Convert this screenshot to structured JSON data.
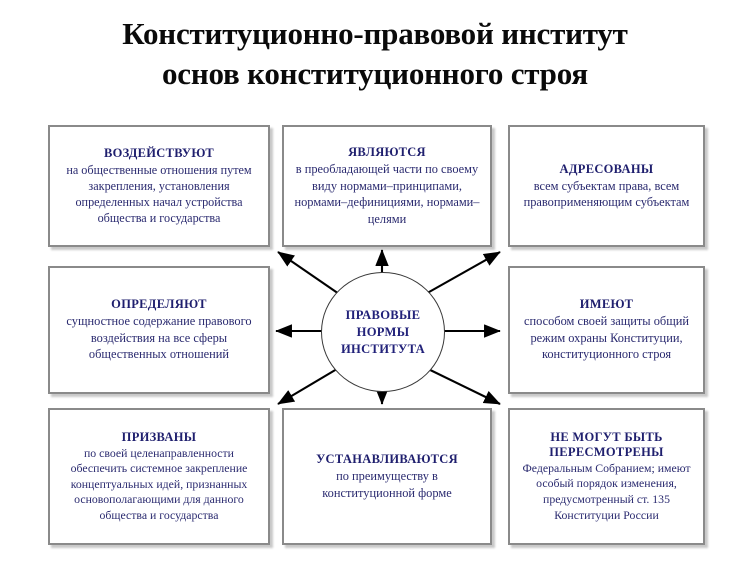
{
  "title": {
    "line1": "Конституционно-правовой институт",
    "line2": "основ конституционного строя"
  },
  "center": {
    "line1": "ПРАВОВЫЕ",
    "line2": "НОРМЫ",
    "line3": "ИНСТИТУТА"
  },
  "colors": {
    "text_navy": "#262675",
    "title_black": "#0a0a0a",
    "box_border": "#8a8a8a",
    "arrow": "#000000",
    "background": "#ffffff"
  },
  "boxes": {
    "top_left": {
      "head": "ВОЗДЕЙСТВУЮТ",
      "body": "на общественные отношения путем закрепления, установления определенных начал устройства общества и государства"
    },
    "top_middle": {
      "head": "ЯВЛЯЮТСЯ",
      "body": "в преобладающей части по своему виду нормами–принципами, нормами–дефинициями, нормами–целями"
    },
    "top_right": {
      "head": "АДРЕСОВАНЫ",
      "body": "всем субъектам права, всем правоприменяющим субъектам"
    },
    "middle_left": {
      "head": "ОПРЕДЕЛЯЮТ",
      "body": "сущностное содержание правового воздействия на все сферы общественных отношений"
    },
    "middle_right": {
      "head": "ИМЕЮТ",
      "body": "способом своей защиты общий режим охраны Конституции, конституционного строя"
    },
    "bottom_left": {
      "head": "ПРИЗВАНЫ",
      "body": "по своей целенаправленности обеспечить системное закрепление концептуальных идей, признанных основополагающими для данного общества и государства"
    },
    "bottom_middle": {
      "head": "УСТАНАВЛИВАЮТСЯ",
      "body": "по преимуществу в конституционной форме"
    },
    "bottom_right": {
      "head": "НЕ МОГУТ БЫТЬ ПЕРЕСМОТРЕНЫ",
      "body": "Федеральным Собранием; имеют особый порядок изменения, предусмотренный ст. 135 Конституции России"
    }
  },
  "arrows": [
    {
      "name": "arrow-to-top-left",
      "direction": "up-left"
    },
    {
      "name": "arrow-to-top-middle",
      "direction": "up"
    },
    {
      "name": "arrow-to-top-right",
      "direction": "up-right"
    },
    {
      "name": "arrow-to-middle-left",
      "direction": "left"
    },
    {
      "name": "arrow-to-middle-right",
      "direction": "right"
    },
    {
      "name": "arrow-to-bottom-left",
      "direction": "down-left"
    },
    {
      "name": "arrow-to-bottom-middle",
      "direction": "down"
    },
    {
      "name": "arrow-to-bottom-right",
      "direction": "down-right"
    }
  ]
}
